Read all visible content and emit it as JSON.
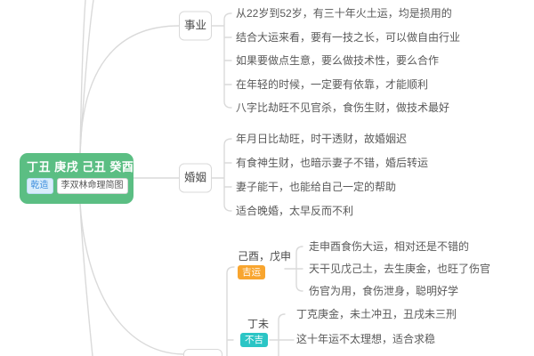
{
  "root": {
    "pillars": "丁丑 庚戌 己丑 癸酉",
    "gender_tag": "乾造",
    "title_tag": "李双林命理简图",
    "bg_color": "#5BBE83"
  },
  "branches": [
    {
      "label": "事业",
      "children": [
        "从22岁到52岁，有三十年火土运，均是损用的",
        "结合大运来看，要有一技之长，可以做自由行业",
        "如果要做点生意，要么做技术性，要么合作",
        "在年轻的时候，一定要有依靠，才能顺利",
        "八字比劫旺不见官杀，食伤生财，做技术最好"
      ]
    },
    {
      "label": "婚姻",
      "children": [
        "年月日比劫旺，时干透财，故婚姻迟",
        "有食神生财，也暗示妻子不错，婚后转运",
        "妻子能干，也能给自己一定的帮助",
        "适合晚婚，太早反而不利"
      ]
    }
  ],
  "luck": [
    {
      "label": "己酉，戊申",
      "tag": "吉运",
      "tag_color": "#F8A52F",
      "children": [
        "走申酉食伤大运，相对还是不错的",
        "天干见戊己土，去生庚金，也旺了伤官",
        "伤官为用，食伤泄身，聪明好学"
      ]
    },
    {
      "label": "丁未",
      "tag": "不吉",
      "tag_color": "#2BC5C5",
      "children": [
        "丁克庚金，未土冲丑，丑戌未三刑",
        "这十年运不太理想，适合求稳"
      ]
    }
  ],
  "edge_color": "#DADADA"
}
